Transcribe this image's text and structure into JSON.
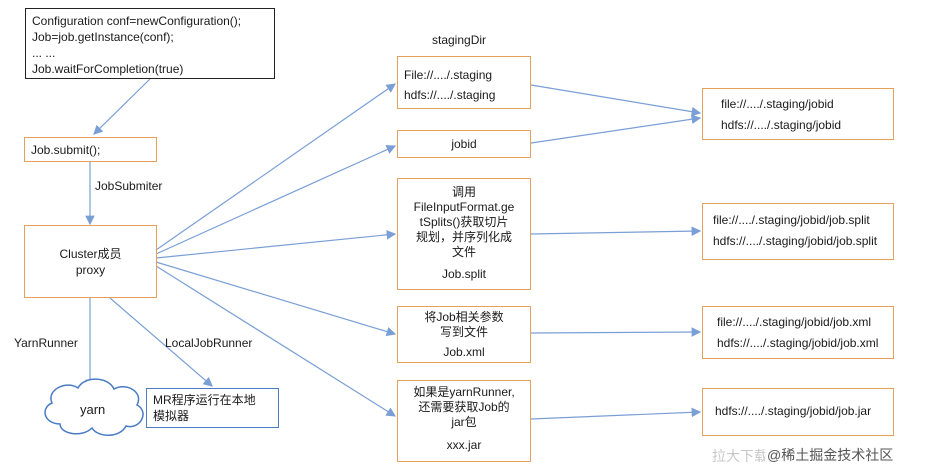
{
  "config_box": {
    "lines": [
      "Configuration conf=newConfiguration();",
      "Job=job.getInstance(conf);",
      "... ...",
      "Job.waitForCompletion(true)"
    ]
  },
  "submit_box": {
    "text": "Job.submit();"
  },
  "labels": {
    "job_submitter": "JobSubmiter",
    "staging_dir": "stagingDir",
    "yarn_runner": "YarnRunner",
    "local_job_runner": "LocalJobRunner"
  },
  "cluster_box": {
    "lines": [
      "Cluster成员",
      "proxy"
    ]
  },
  "yarn_cloud": {
    "text": "yarn"
  },
  "mr_local_box": {
    "lines": [
      "MR程序运行在本地",
      "模拟器"
    ]
  },
  "staging_box": {
    "lines": [
      "File://..../.staging",
      "hdfs://..../.staging"
    ]
  },
  "jobid_box": {
    "text": "jobid"
  },
  "split_box": {
    "lines": [
      "调用",
      "FileInputFormat.ge",
      "tSplits()获取切片",
      "规划，并序列化成",
      "文件"
    ],
    "file": "Job.split"
  },
  "xml_box": {
    "lines": [
      "将Job相关参数",
      "写到文件"
    ],
    "file": "Job.xml"
  },
  "jar_box": {
    "lines": [
      "如果是yarnRunner,",
      "还需要获取Job的",
      "jar包"
    ],
    "file": "xxx.jar"
  },
  "out_jobid": {
    "lines": [
      "file://..../.staging/jobid",
      "hdfs://..../.staging/jobid"
    ]
  },
  "out_split": {
    "lines": [
      "file://..../.staging/jobid/job.split",
      "hdfs://..../.staging/jobid/job.split"
    ]
  },
  "out_xml": {
    "lines": [
      "file://..../.staging/jobid/job.xml",
      "hdfs://..../.staging/jobid/job.xml"
    ]
  },
  "out_jar": {
    "lines": [
      "hdfs://..../.staging/jobid/job.jar"
    ]
  },
  "watermark": {
    "faint": "拉大下载加群获取资源",
    "brand": "@稀土掘金技术社区"
  },
  "colors": {
    "orange_border": "#e3a15a",
    "blue_border": "#4a7cc4",
    "arrow": "#7a9fd6"
  }
}
